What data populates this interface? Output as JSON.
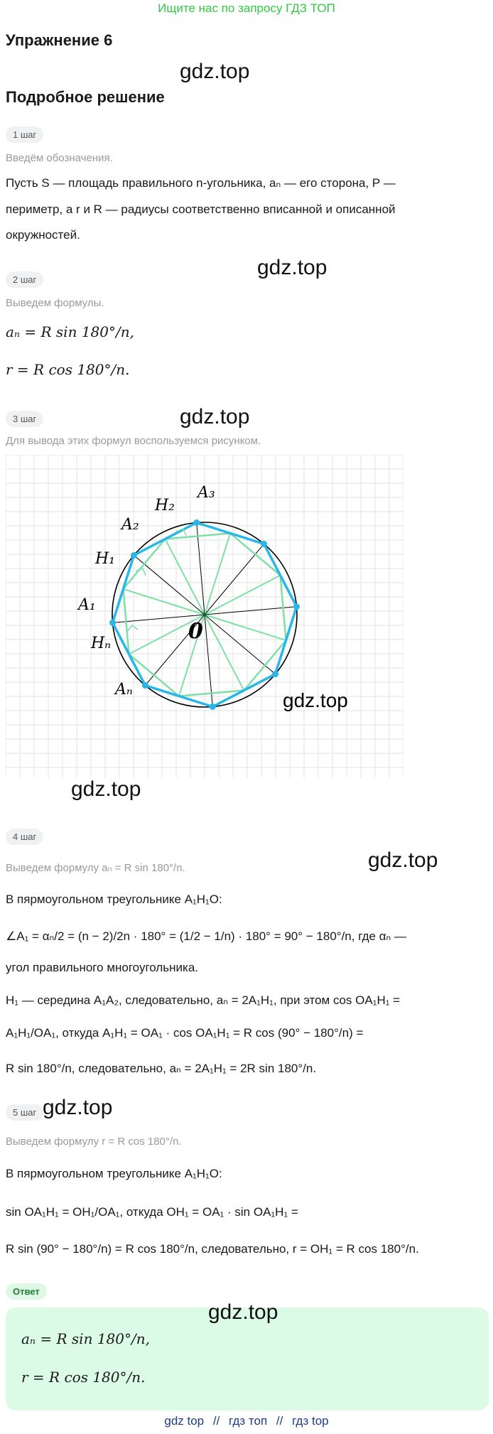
{
  "header": {
    "banner": "Ищите нас по запросу ГДЗ ТОП"
  },
  "title": "Упражнение 6",
  "subtitle": "Подробное решение",
  "watermark": "gdz.top",
  "steps": {
    "s1": {
      "label": "1 шаг",
      "hint": "Введём обозначения.",
      "text1": "Пусть S — площадь правильного n-угольника, aₙ — его сторона, P —",
      "text2": "периметр, а r и R — радиусы соответственно вписанной и описанной",
      "text3": "окружностей."
    },
    "s2": {
      "label": "2 шаг",
      "hint": "Выведем формулы.",
      "f1": "aₙ = R sin 180°/n,",
      "f2": "r = R cos 180°/n."
    },
    "s3": {
      "label": "3 шаг",
      "hint": "Для вывода этих формул воспользуемся рисунком."
    },
    "s4": {
      "label": "4 шаг",
      "hint": "Выведем формулу aₙ = R sin 180°/n.",
      "t1": "В пярмоугольном треугольнике A₁H₁O:",
      "t2": "∠A₁ = αₙ/2 = (n − 2)/2n · 180° = (1/2 − 1/n) · 180° = 90° − 180°/n, где αₙ —",
      "t3": "угол правильного многоугольника.",
      "t4": "H₁ — середина A₁A₂, следовательно, aₙ = 2A₁H₁, при этом cos OA₁H₁ =",
      "t5": "A₁H₁/OA₁, откуда A₁H₁ = OA₁ · cos OA₁H₁ = R cos (90° − 180°/n) =",
      "t6": "R sin 180°/n, следовательно, aₙ = 2A₁H₁ = 2R sin 180°/n."
    },
    "s5": {
      "label": "5 шаг",
      "hint": "Выведем формулу r = R cos 180°/n.",
      "t1": "В пярмоугольном треугольнике A₁H₁O:",
      "t2": "sin OA₁H₁ = OH₁/OA₁, откуда OH₁ = OA₁ · sin OA₁H₁ =",
      "t3": "R sin (90° − 180°/n) = R cos 180°/n, следовательно, r = OH₁ = R cos 180°/n."
    }
  },
  "answer": {
    "label": "Ответ",
    "f1": "aₙ = R sin 180°/n,",
    "f2": "r = R cos 180°/n."
  },
  "figure": {
    "labels": {
      "A1": "A₁",
      "A2": "A₂",
      "A3": "A₃",
      "An": "Aₙ",
      "H1": "H₁",
      "H2": "H₂",
      "Hn": "Hₙ",
      "O": "0"
    },
    "colors": {
      "polygon": "#29b6e8",
      "apothem": "#7ee0a5",
      "grid": "#e3e3e3",
      "radius": "#000000"
    }
  },
  "footer": {
    "l1": "gdz top",
    "sep": "//",
    "l2": "гдз топ",
    "l3": "гдз top"
  }
}
